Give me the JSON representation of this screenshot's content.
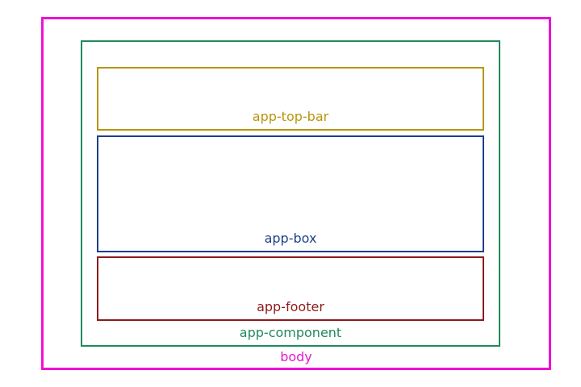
{
  "diagram": {
    "body": {
      "label": "body",
      "color": "#ee11d5"
    },
    "component": {
      "label": "app-component",
      "color": "#1f8a5c"
    },
    "top_bar": {
      "label": "app-top-bar",
      "color": "#b8940f"
    },
    "box": {
      "label": "app-box",
      "color": "#1e3f8a"
    },
    "footer": {
      "label": "app-footer",
      "color": "#8c1a1a"
    }
  }
}
